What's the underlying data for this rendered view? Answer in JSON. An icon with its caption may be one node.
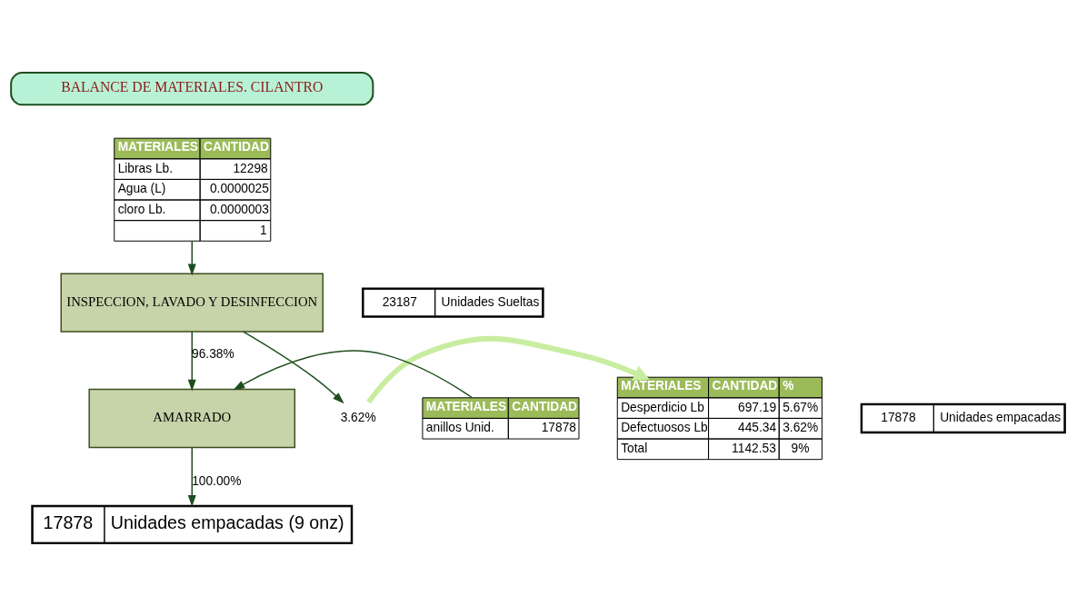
{
  "diagram": {
    "nodes": [
      {
        "text": [
          "BALANCE DE MATERIALES. CILANTRO"
        ]
      },
      {
        "text": [
          "MATERIALES",
          "CANTIDAD",
          "Libras Lb.",
          "12298",
          "Agua (L)",
          "0.0000025",
          "cloro Lb.",
          "0.0000003",
          "1"
        ]
      },
      {
        "text": [
          "INSPECCION, LAVADO Y DESINFECCION"
        ]
      },
      {
        "text": [
          "23187",
          "Unidades Sueltas"
        ]
      },
      {
        "text": [
          "3.62%"
        ]
      },
      {
        "text": [
          "MATERIALES",
          "CANTIDAD",
          "%",
          "Desperdicio Lb",
          "697.19",
          "5.67%",
          "Defectuosos Lb",
          "445.34",
          "3.62%",
          "Total",
          "1142.53",
          "9%"
        ]
      },
      {
        "text": [
          "MATERIALES",
          "CANTIDAD",
          "anillos Unid.",
          "17878"
        ]
      },
      {
        "text": [
          "AMARRADO"
        ]
      },
      {
        "text": [
          "17878",
          "Unidades empacadas"
        ]
      },
      {
        "text": [
          "17878",
          "Unidades empacadas (9 onz)"
        ]
      }
    ],
    "edges": [
      {
        "from": 1,
        "to": 2,
        "arrow": "to"
      },
      {
        "from": 2,
        "to": 4,
        "arrow": "to"
      },
      {
        "from": 4,
        "to": 5,
        "arrow": "to",
        "style": "thick",
        "color": "#c8eda0"
      },
      {
        "from": 2,
        "to": 7,
        "arrow": "to",
        "label": "96.38%"
      },
      {
        "from": 6,
        "to": 7,
        "arrow": "to"
      },
      {
        "from": 7,
        "to": 9,
        "arrow": "to",
        "label": "100.00%"
      }
    ]
  }
}
